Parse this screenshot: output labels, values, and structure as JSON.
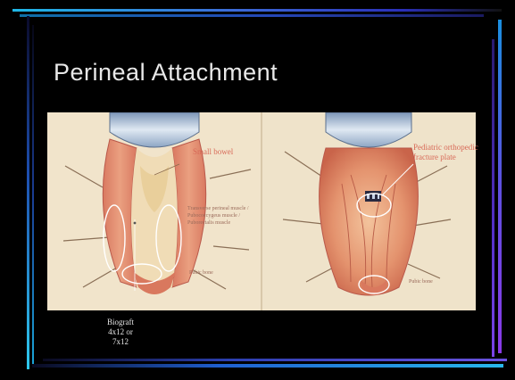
{
  "slide": {
    "title": "Perineal Attachment"
  },
  "figure": {
    "labels": {
      "small_bowel": "Small bowel",
      "pediatric_plate": "Pediatric orthopedic fracture plate",
      "muscle_left": "Transverse perineal muscle / Pubococcygeus muscle / Puborectalis muscle",
      "pubic_left": "Pubic bone",
      "pubic_right": "Pubic bone"
    },
    "biograft": [
      "Biograft",
      "4x12 or",
      "7x12"
    ]
  },
  "colors": {
    "background": "#000000",
    "title_text": "#e8e8e8",
    "annotation_ellipse": "#ffffff",
    "figure_bg": "#f2e6cf"
  }
}
